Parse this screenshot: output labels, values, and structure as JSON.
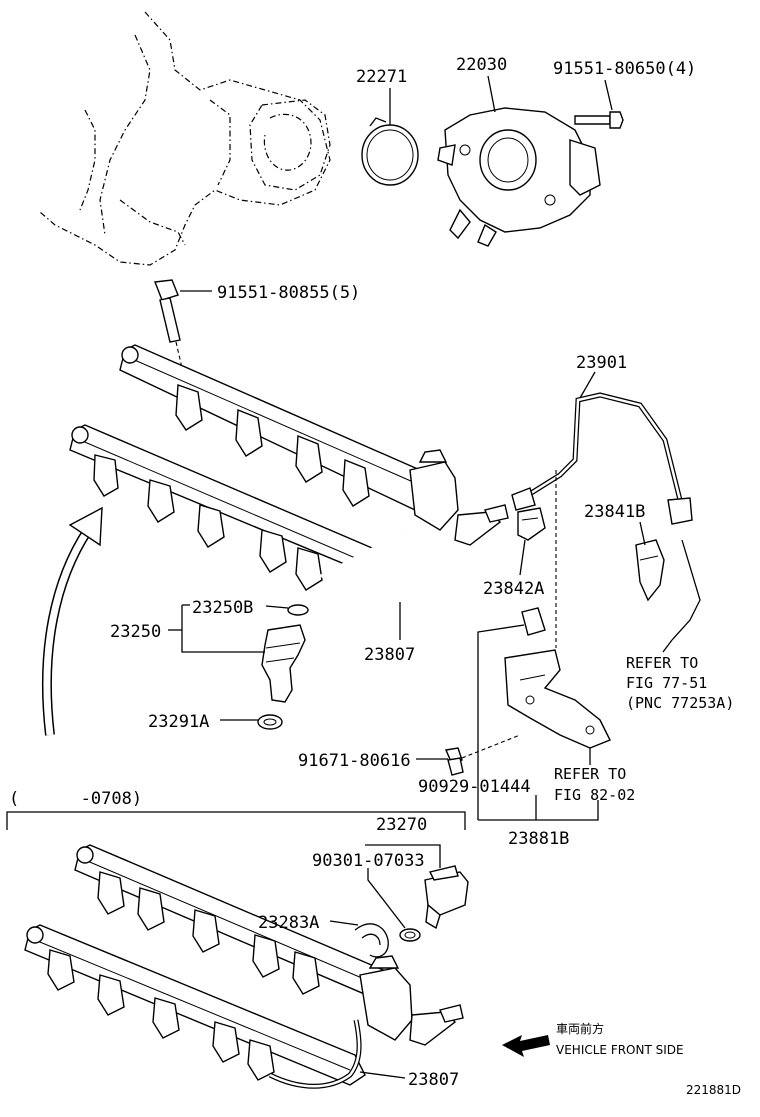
{
  "labels": {
    "p22271": "22271",
    "p22030": "22030",
    "p91551_80650": "91551-80650(4)",
    "p91551_80855": "91551-80855(5)",
    "p23901": "23901",
    "p23841B": "23841B",
    "p23842A": "23842A",
    "p23250B": "23250B",
    "p23250": "23250",
    "p23807_upper": "23807",
    "p23291A": "23291A",
    "p91671_80616": "91671-80616",
    "p90929_01444": "90929-01444",
    "p23881B": "23881B",
    "p23270": "23270",
    "p90301_07033": "90301-07033",
    "p23283A": "23283A",
    "p23807_lower": "23807"
  },
  "notes": {
    "refer_77_line1": "REFER TO",
    "refer_77_line2": "FIG 77-51",
    "refer_77_line3": "(PNC 77253A)",
    "refer_82_line1": "REFER TO",
    "refer_82_line2": "FIG 82-02",
    "date_range": "(      -0708)",
    "front_jp": "車両前方",
    "front_en": "VEHICLE FRONT SIDE",
    "figure_id": "221881D"
  },
  "icons": {
    "front_arrow": "left-arrow-icon",
    "rotation_arrow": "curved-up-arrow-icon"
  }
}
